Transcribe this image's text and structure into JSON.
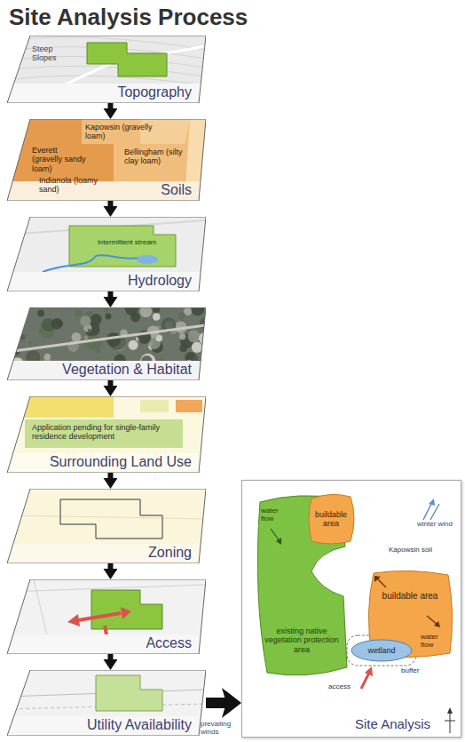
{
  "diagram": {
    "title": "Site Analysis Process",
    "nodes": [
      {
        "text": [
          "Topography"
        ]
      },
      {
        "text": [
          "Soils"
        ]
      },
      {
        "text": [
          "Hydrology"
        ]
      },
      {
        "text": [
          "Vegetation & Habitat"
        ]
      },
      {
        "text": [
          "Surrounding Land Use"
        ]
      },
      {
        "text": [
          "Zoning"
        ]
      },
      {
        "text": [
          "Access"
        ]
      },
      {
        "text": [
          "Utility Availability"
        ]
      },
      {
        "text": [
          "Site Analysis"
        ]
      },
      {
        "text": [
          "existing native vegetation protection area"
        ],
        "in": 8
      },
      {
        "text": [
          "buildable area"
        ],
        "in": 8
      },
      {
        "text": [
          "buildable area"
        ],
        "in": 8
      },
      {
        "text": [
          "wetland"
        ],
        "in": 8
      }
    ],
    "edges": [
      {
        "from": 0,
        "to": 1,
        "arrow": "to"
      },
      {
        "from": 1,
        "to": 2,
        "arrow": "to"
      },
      {
        "from": 2,
        "to": 3,
        "arrow": "to"
      },
      {
        "from": 3,
        "to": 4,
        "arrow": "to"
      },
      {
        "from": 4,
        "to": 5,
        "arrow": "to"
      },
      {
        "from": 5,
        "to": 6,
        "arrow": "to"
      },
      {
        "from": 6,
        "to": 7,
        "arrow": "to"
      },
      {
        "from": 7,
        "to": 8,
        "arrow": "to"
      }
    ],
    "labels": [
      "Steep Slopes",
      "Kapowsin (gravelly loam)",
      "Everett (gravelly sandy loam)",
      "Indianola (loamy sand)",
      "Bellingham (silty clay loam)",
      "intermittent stream",
      "Application pending for single-family residence development",
      "water flow",
      "winter wind",
      "Kapowsin soil",
      "water flow",
      "access",
      "buffer",
      "prevailing winds"
    ]
  }
}
